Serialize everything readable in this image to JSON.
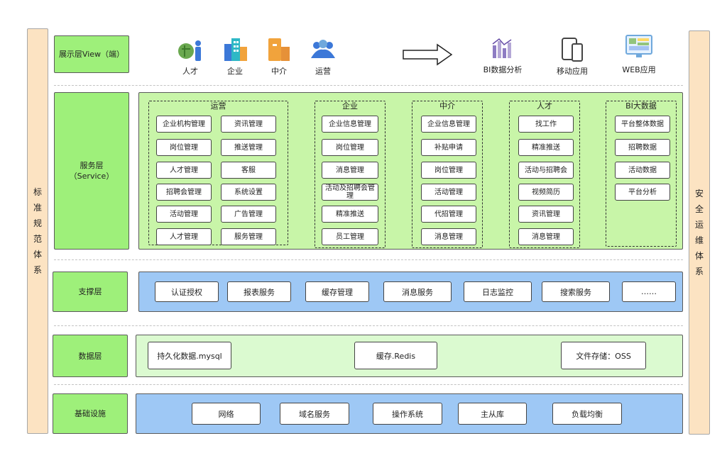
{
  "side_left": "标准规范体系",
  "side_right": "安全运维体系",
  "view": {
    "label": "展示层View（端）",
    "items": [
      {
        "label": "人才",
        "icon": "talent-icon"
      },
      {
        "label": "企业",
        "icon": "enterprise-icon"
      },
      {
        "label": "中介",
        "icon": "agency-icon"
      },
      {
        "label": "运营",
        "icon": "operation-icon"
      },
      {
        "label": "BI数据分析",
        "icon": "bi-chart-icon"
      },
      {
        "label": "移动应用",
        "icon": "mobile-app-icon"
      },
      {
        "label": "WEB应用",
        "icon": "web-app-icon"
      }
    ]
  },
  "service": {
    "label": "服务层\n（Service）",
    "groups": [
      {
        "title": "运营",
        "items": [
          "企业机构管理",
          "资讯管理",
          "岗位管理",
          "推送管理",
          "人才管理",
          "客服",
          "招聘会管理",
          "系统设置",
          "活动管理",
          "广告管理",
          "人才管理",
          "服务管理"
        ]
      },
      {
        "title": "企业",
        "items": [
          "企业信息管理",
          "岗位管理",
          "消息管理",
          "活动及招聘会管理",
          "精准推送",
          "员工管理"
        ]
      },
      {
        "title": "中介",
        "items": [
          "企业信息管理",
          "补贴申请",
          "岗位管理",
          "活动管理",
          "代招管理",
          "消息管理"
        ]
      },
      {
        "title": "人才",
        "items": [
          "找工作",
          "精准推送",
          "活动与招聘会",
          "视频简历",
          "资讯管理",
          "消息管理"
        ]
      },
      {
        "title": "BI大数据",
        "items": [
          "平台整体数据",
          "招聘数据",
          "活动数据",
          "平台分析"
        ]
      }
    ]
  },
  "support": {
    "label": "支撑层",
    "items": [
      "认证授权",
      "报表服务",
      "缓存管理",
      "消息服务",
      "日志监控",
      "搜索服务",
      "……"
    ]
  },
  "data": {
    "label": "数据层",
    "items": [
      "持久化数据.mysql",
      "缓存.Redis",
      "文件存储：OSS"
    ]
  },
  "infra": {
    "label": "基础设施",
    "items": [
      "网络",
      "域名服务",
      "操作系统",
      "主从库",
      "负载均衡"
    ]
  }
}
